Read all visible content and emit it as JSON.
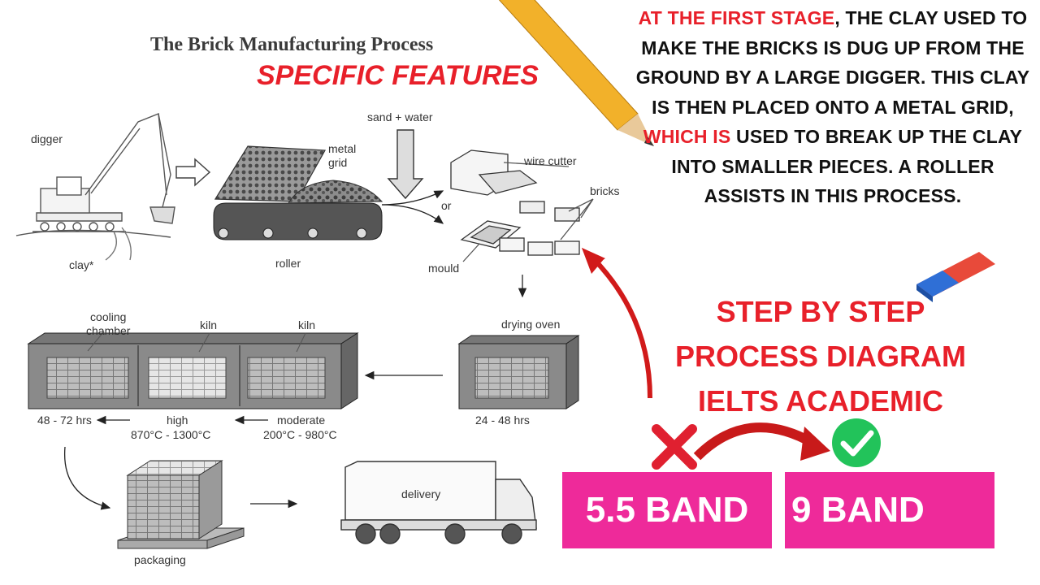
{
  "diagram": {
    "title": "The Brick Manufacturing Process",
    "labels": {
      "digger": "digger",
      "clay": "clay*",
      "metal_grid": "metal\ngrid",
      "roller": "roller",
      "sand_water": "sand + water",
      "or": "or",
      "wire_cutter": "wire cutter",
      "bricks": "bricks",
      "mould": "mould",
      "drying_oven": "drying oven",
      "drying_time": "24 - 48 hrs",
      "cooling_chamber": "cooling\nchamber",
      "kiln_1": "kiln",
      "kiln_2": "kiln",
      "cooling_time": "48 - 72 hrs",
      "high": "high",
      "high_temp": "870°C - 1300°C",
      "moderate": "moderate",
      "moderate_temp": "200°C - 980°C",
      "delivery": "delivery",
      "packaging": "packaging"
    }
  },
  "overlay": {
    "specific_features": "SPECIFIC FEATURES",
    "paragraph": [
      {
        "text": "At the first stage",
        "highlight": true
      },
      {
        "text": ", the clay used to make the bricks is dug up from the ground by a large digger. This clay is then placed onto a metal grid, ",
        "highlight": false
      },
      {
        "text": "which is",
        "highlight": true
      },
      {
        "text": " used to break up the clay into smaller pieces. A roller assists in this process.",
        "highlight": false
      }
    ],
    "promo_lines": [
      "STEP BY STEP",
      "PROCESS DIAGRAM",
      "IELTS ACADEMIC"
    ],
    "band_before": "5.5 BAND",
    "band_after": "9 BAND",
    "colors": {
      "accent_red": "#e8202a",
      "band_pink": "#ee2a9a",
      "check_green": "#22c35a"
    },
    "icons": [
      "pencil-icon",
      "eraser-icon",
      "cross-icon",
      "check-icon",
      "curved-arrow-icon"
    ]
  }
}
